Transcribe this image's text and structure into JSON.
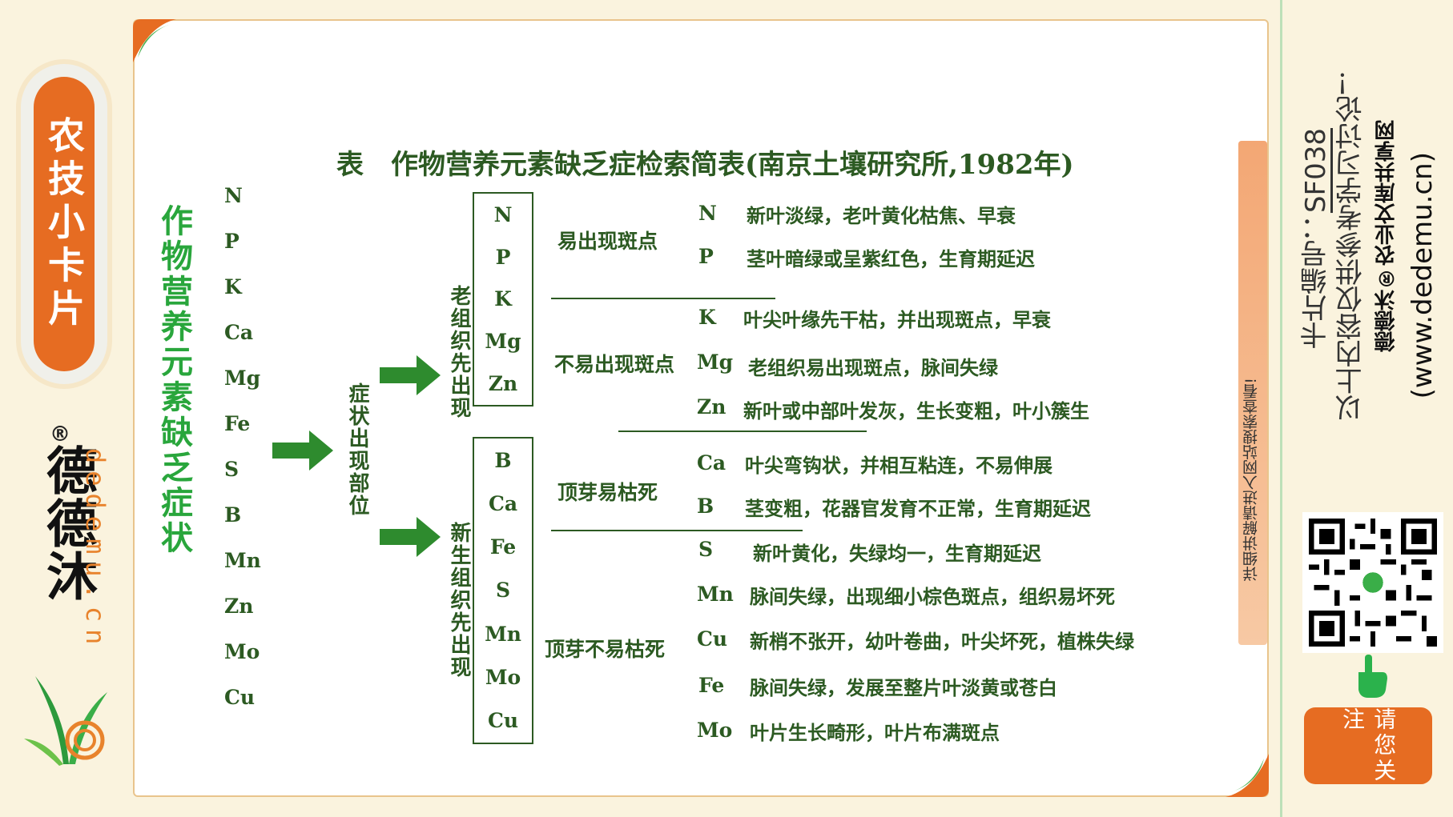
{
  "brand": {
    "badge": "农技小卡片",
    "name": "德德沐",
    "registered": "®",
    "domain": "dedemu.cn"
  },
  "vertical_title": "作物营养元素缺乏症状",
  "table_title": "表　作物营养元素缺乏症检索简表(南京土壤研究所,1982年)",
  "elements": [
    "N",
    "P",
    "K",
    "Ca",
    "Mg",
    "Fe",
    "S",
    "B",
    "Mn",
    "Zn",
    "Mo",
    "Cu"
  ],
  "position_label": "症状出现部位",
  "old_tissue": {
    "label": "老组织先出现",
    "elements": [
      "N",
      "P",
      "K",
      "Mg",
      "Zn"
    ]
  },
  "new_tissue": {
    "label": "新生组织先出现",
    "elements": [
      "B",
      "Ca",
      "Fe",
      "S",
      "Mn",
      "Mo",
      "Cu"
    ]
  },
  "categories": {
    "spots_easy": "易出现斑点",
    "spots_hard": "不易出现斑点",
    "bud_dies": "顶芽易枯死",
    "bud_not_die": "顶芽不易枯死"
  },
  "symptoms": [
    {
      "el": "N",
      "text": "新叶淡绿，老叶黄化枯焦、早衰"
    },
    {
      "el": "P",
      "text": "茎叶暗绿或呈紫红色，生育期延迟"
    },
    {
      "el": "K",
      "text": "叶尖叶缘先干枯，并出现斑点，早衰"
    },
    {
      "el": "Mg",
      "text": "老组织易出现斑点，脉间失绿"
    },
    {
      "el": "Zn",
      "text": "新叶或中部叶发灰，生长变粗，叶小簇生"
    },
    {
      "el": "Ca",
      "text": "叶尖弯钩状，并相互粘连，不易伸展"
    },
    {
      "el": "B",
      "text": "茎变粗，花器官发育不正常，生育期延迟"
    },
    {
      "el": "S",
      "text": "新叶黄化，失绿均一，生育期延迟"
    },
    {
      "el": "Mn",
      "text": "脉间失绿，出现细小棕色斑点，组织易坏死"
    },
    {
      "el": "Cu",
      "text": "新梢不张开，幼叶卷曲，叶尖坏死，植株失绿"
    },
    {
      "el": "Fe",
      "text": "脉间失绿，发展至整片叶淡黄或苍白"
    },
    {
      "el": "Mo",
      "text": "叶片生长畸形，叶片布满斑点"
    }
  ],
  "side_note": "详细讲解请进入网站搜索查看!",
  "card_number_label": "卡片编号：",
  "card_number": "SF038",
  "disclaimer": "以上内容仅供参考学习讨论！",
  "credit": "德德沐®农业文库共享网",
  "website": "(www.dedemu.cn)",
  "follow": "请您关注",
  "colors": {
    "accent_orange": "#e66c22",
    "title_green": "#29a63c",
    "table_green": "#2c5a22",
    "arrow_green": "#2e8b2e"
  }
}
